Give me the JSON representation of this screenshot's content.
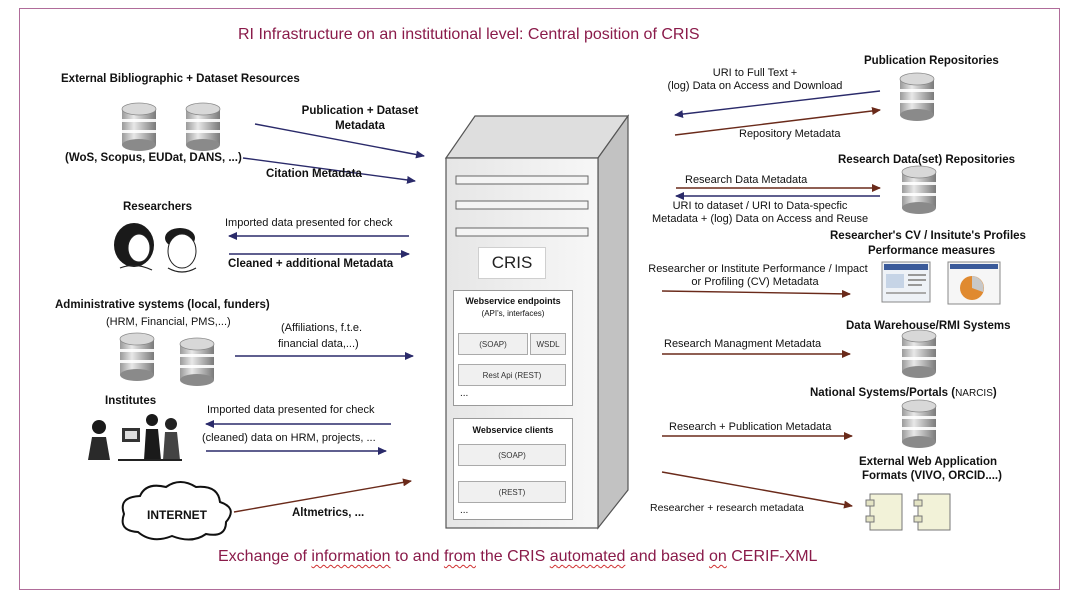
{
  "title": "RI Infrastructure on an institutional level: Central position of CRIS",
  "footer": {
    "p1": "Exchange of ",
    "w1": "information",
    "p2": " to and ",
    "w2": "from",
    "p3": " the CRIS ",
    "w3": "automated",
    "p4": " and based ",
    "w4": "on",
    "p5": " CERIF-XML"
  },
  "left": {
    "bib_title": "External Bibliographic + Dataset Resources",
    "bib_sub": "(WoS, Scopus, EUDat, DANS, ...)",
    "pub_meta_1": "Publication + Dataset",
    "pub_meta_2": "Metadata",
    "citation_meta": "Citation Metadata",
    "researchers": "Researchers",
    "imported_check": "Imported data presented for check",
    "cleaned_meta": "Cleaned + additional Metadata",
    "admin_title": "Administrative systems (local, funders)",
    "admin_sub": "(HRM, Financial, PMS,...)",
    "affil_1": "(Affiliations, f.t.e.",
    "affil_2": "financial data,...)",
    "institutes": "Institutes",
    "imported_check_2": "Imported data presented for check",
    "cleaned_hrm": "(cleaned) data on HRM, projects, ...",
    "internet": "INTERNET",
    "altmetrics": "Altmetrics, ..."
  },
  "server": {
    "cris": "CRIS",
    "endpoints_title": "Webservice endpoints",
    "endpoints_sub": "(API's, interfaces)",
    "soap": "(SOAP)",
    "wsdl": "WSDL",
    "rest_api": "Rest Api (REST)",
    "dots": "...",
    "clients_title": "Webservice clients",
    "client_soap": "(SOAP)",
    "client_rest": "(REST)",
    "dots2": "..."
  },
  "right": {
    "pub_repo": "Publication Repositories",
    "uri_full_1": "URI to Full Text +",
    "uri_full_2": "(log) Data on Access and Download",
    "repo_meta": "Repository Metadata",
    "rd_repo": "Research Data(set) Repositories",
    "rd_meta": "Research Data Metadata",
    "uri_ds_1": "URI to dataset / URI to Data-specfic",
    "uri_ds_2": "Metadata + (log) Data on Access and Reuse",
    "cv_1": "Researcher's CV / Insitute's Profiles",
    "cv_2": "Performance measures",
    "perf_1": "Researcher or Institute Performance / Impact",
    "perf_2": "or Profiling (CV) Metadata",
    "dw": "Data Warehouse/RMI Systems",
    "rm_meta": "Research Managment Metadata",
    "nat_a": "National Systems/Portals (",
    "nat_b": "NARCIS",
    "nat_c": ")",
    "rp_meta": "Research + Publication Metadata",
    "ext_1": "External Web Application",
    "ext_2": "Formats  (VIVO, ORCID....)",
    "rr_meta": "Researcher + research metadata"
  },
  "colors": {
    "title": "#8a1b4a",
    "arrow_blue": "#2a2a6a",
    "arrow_brown": "#6a2a1a"
  }
}
